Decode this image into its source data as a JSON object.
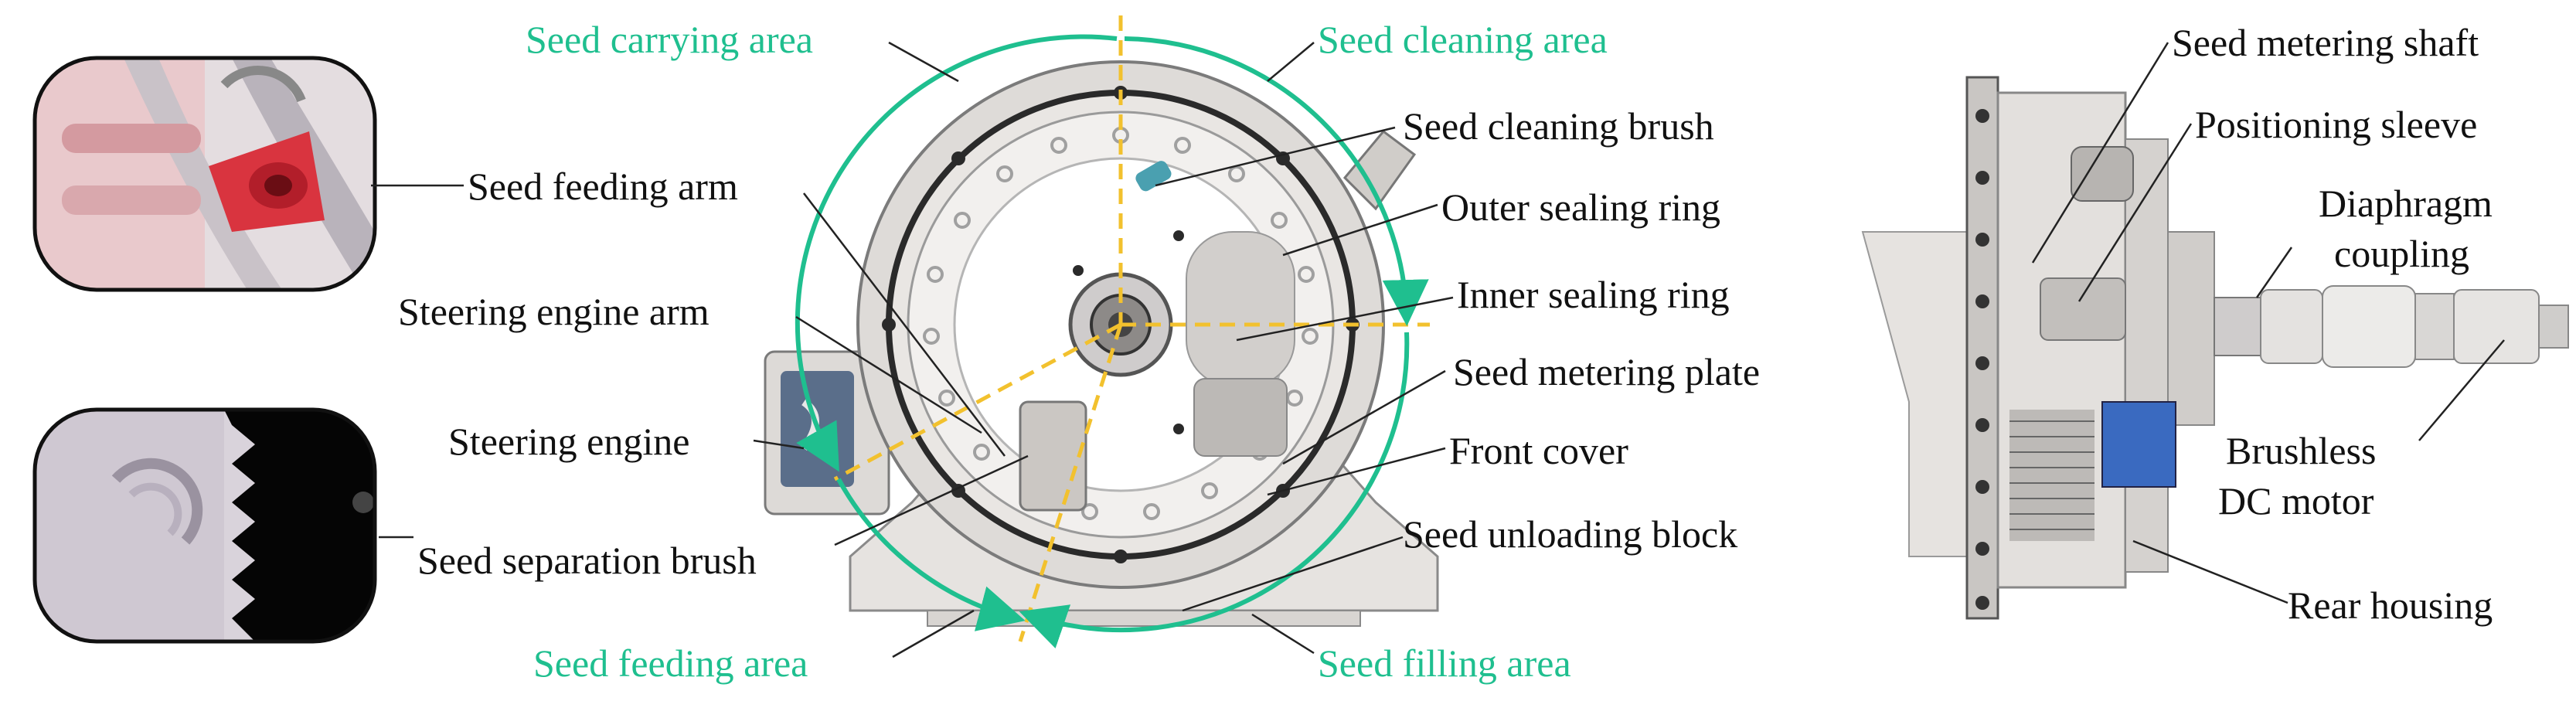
{
  "colors": {
    "zone_text": "#1fbf8f",
    "zone_circle": "#1fbf8f",
    "axis_dash": "#f2c12e",
    "leader": "#222222",
    "label_text": "#111111"
  },
  "zones": {
    "carrying": "Seed carrying area",
    "cleaning": "Seed cleaning area",
    "feeding": "Seed feeding area",
    "filling": "Seed filling area"
  },
  "labels": {
    "seed_feeding_arm": "Seed feeding arm",
    "steering_engine_arm": "Steering engine arm",
    "steering_engine": "Steering engine",
    "seed_separation_brush": "Seed separation brush",
    "seed_cleaning_brush": "Seed cleaning brush",
    "outer_sealing_ring": "Outer sealing ring",
    "inner_sealing_ring": "Inner sealing ring",
    "seed_metering_plate": "Seed metering plate",
    "front_cover": "Front cover",
    "seed_unloading_block": "Seed unloading block",
    "seed_metering_shaft": "Seed metering shaft",
    "positioning_sleeve": "Positioning sleeve",
    "diaphragm_coupling_line1": "Diaphragm",
    "diaphragm_coupling_line2": "coupling",
    "brushless_dc_motor_line1": "Brushless",
    "brushless_dc_motor_line2": "DC motor",
    "rear_housing": "Rear housing"
  },
  "icons": {
    "inset_top": "seed-feeding-arm-closeup-icon",
    "inset_bottom": "seed-separation-brush-closeup-icon",
    "front_view": "seed-metering-device-front-view-icon",
    "side_view": "seed-metering-device-side-view-icon"
  }
}
